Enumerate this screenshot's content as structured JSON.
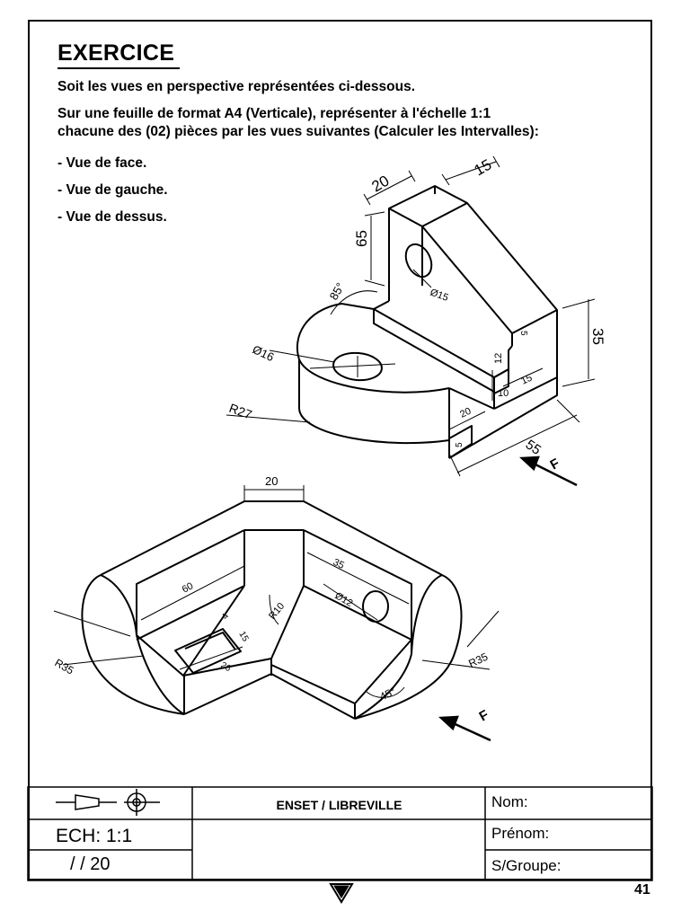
{
  "exercise": {
    "title": "EXERCICE",
    "line1": "Soit les vues en perspective représentées ci-dessous.",
    "line2": "Sur une feuille de format A4 (Verticale), représenter à l'échelle 1:1",
    "line3": "chacune des (02) pièces par les vues suivantes (Calculer les Intervalles):",
    "views": [
      "- Vue de face.",
      "- Vue de gauche.",
      "- Vue de dessus."
    ]
  },
  "piece1_dims": {
    "d20": "20",
    "d15": "15",
    "d65": "65",
    "a85": "85°",
    "phi15": "Ø15",
    "d35": "35",
    "phi16": "Ø16",
    "r27": "R27",
    "d5a": "5",
    "d12": "12",
    "d15b": "15",
    "d10": "10",
    "d20b": "20",
    "d5b": "5",
    "d55": "55",
    "arrow": "F"
  },
  "piece2_dims": {
    "d20": "20",
    "d60": "60",
    "d35": "35",
    "phi12": "Ø12",
    "r10": "R10",
    "d4": "4",
    "d15": "15",
    "d26": "26",
    "r35a": "R35",
    "r35b": "R35",
    "a45": "45°",
    "arrow": "F"
  },
  "title_block": {
    "school": "ENSET / LIBREVILLE",
    "scale": "ECH:  1:1",
    "page_fraction": "/     / 20",
    "name_label": "Nom:",
    "firstname_label": "Prénom:",
    "group_label": "S/Groupe:"
  },
  "page_number": "41"
}
